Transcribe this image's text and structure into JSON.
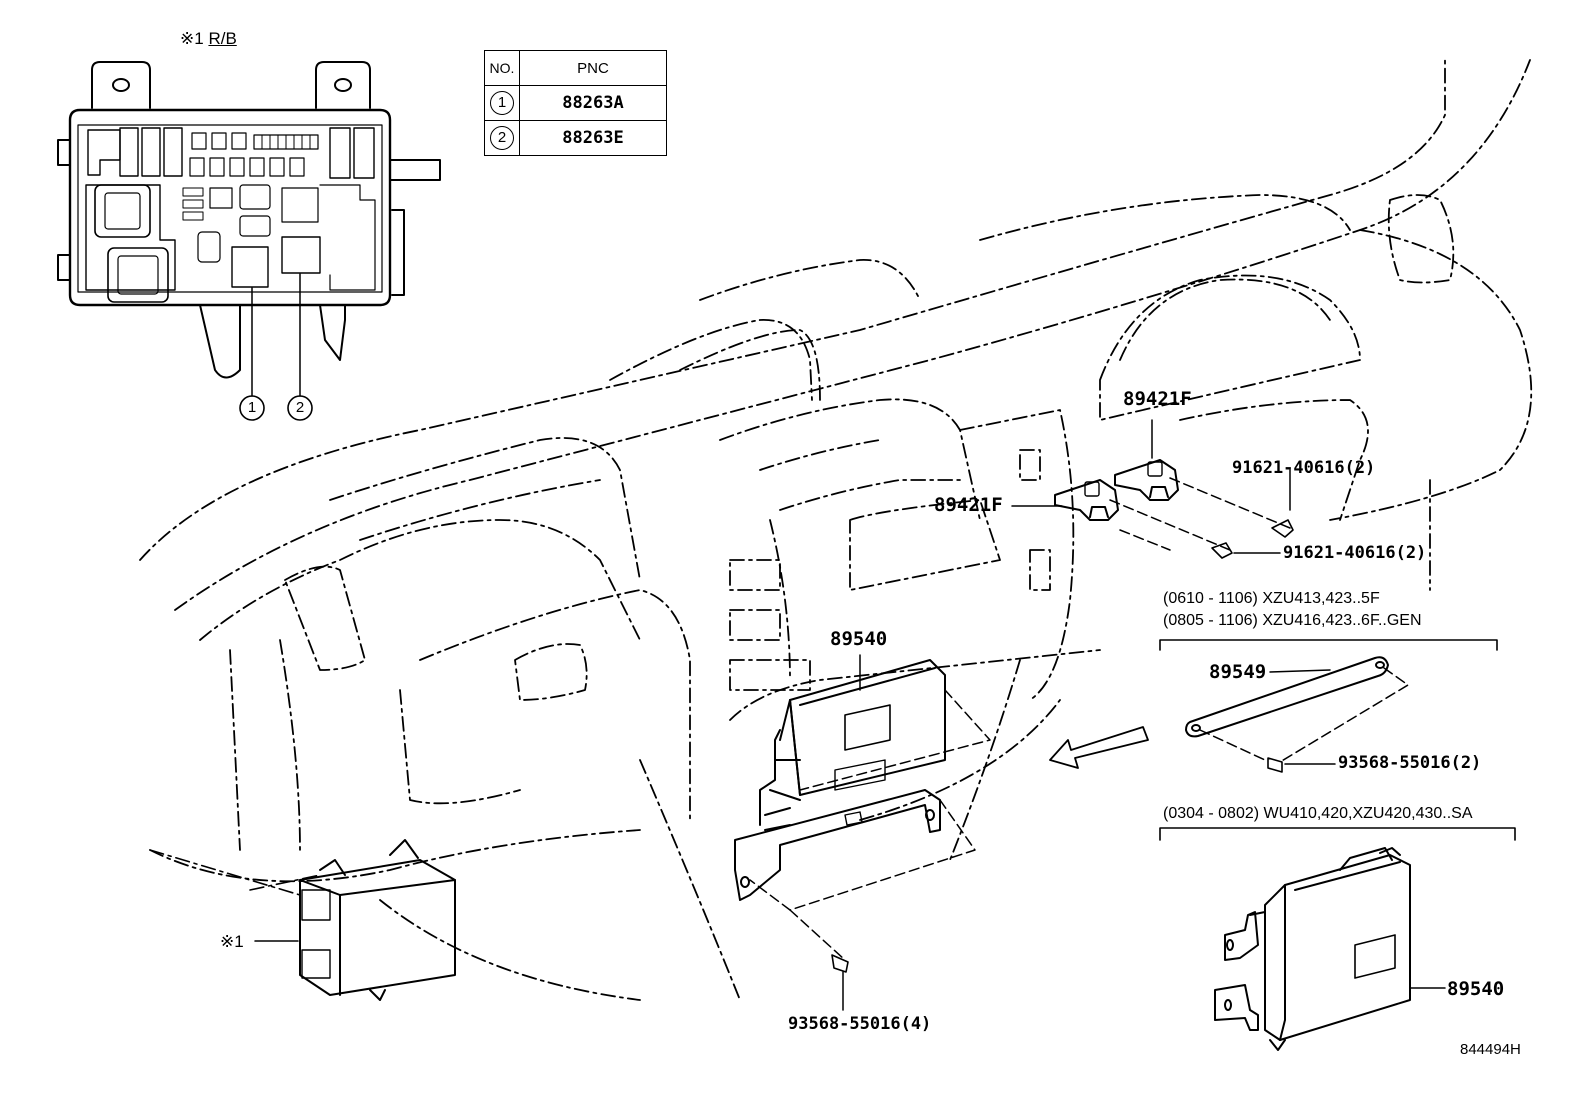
{
  "relay_block": {
    "title_prefix": "※1",
    "title": "R/B",
    "callout_1": "1",
    "callout_2": "2"
  },
  "pnc_table": {
    "header_no": "NO.",
    "header_pnc": "PNC",
    "rows": [
      {
        "no": "1",
        "pnc": "88263A"
      },
      {
        "no": "2",
        "pnc": "88263E"
      }
    ]
  },
  "labels": {
    "sensor_upper": "89421F",
    "sensor_lower": "89421F",
    "bolt_upper": "91621-40616(2)",
    "bolt_lower": "91621-40616(2)",
    "ecu_main": "89540",
    "screw_main": "93568-55016(4)",
    "relay_block_ref": "※1",
    "variant_a_line1": "(0610 - 1106) XZU413,423..5F",
    "variant_a_line2": "(0805 - 1106) XZU416,423..6F..GEN",
    "bracket": "89549",
    "screw_bracket": "93568-55016(2)",
    "variant_b": "(0304 - 0802) WU410,420,XZU420,430..SA",
    "ecu_variant": "89540",
    "illustration_no": "844494H"
  }
}
